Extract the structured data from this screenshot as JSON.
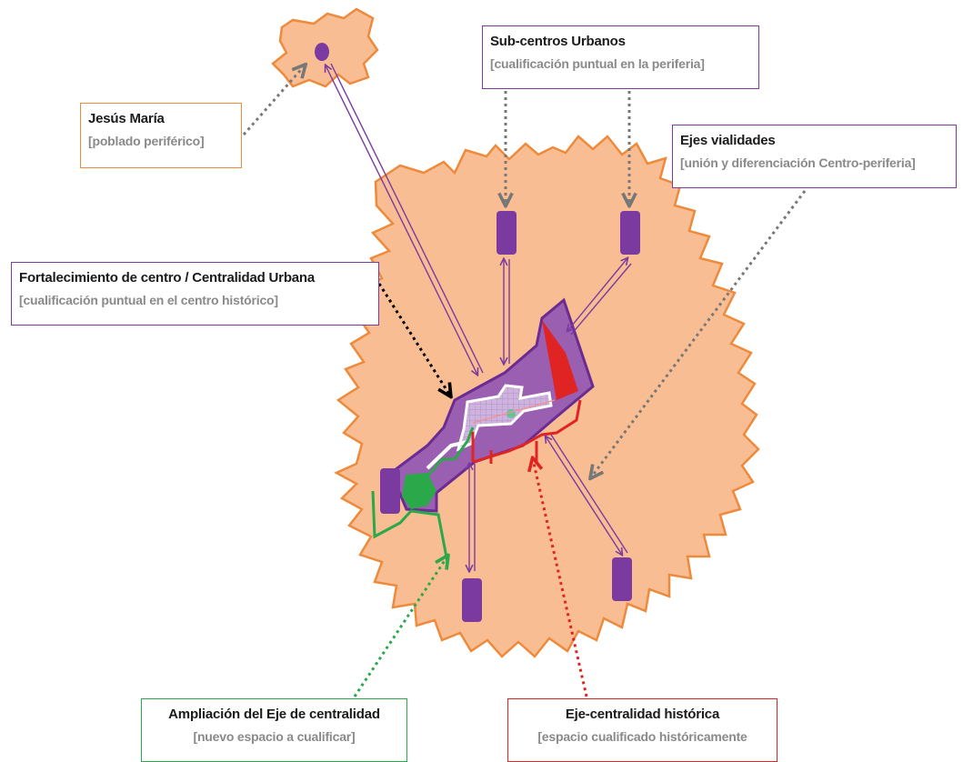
{
  "callouts": {
    "jesus_maria": {
      "title": "Jesús María",
      "subtitle": "[poblado periférico]"
    },
    "subcentros": {
      "title": "Sub-centros Urbanos",
      "subtitle": "[cualificación puntual en la periferia]"
    },
    "ejes": {
      "title": "Ejes vialidades",
      "subtitle": "[unión y diferenciación Centro-periferia]"
    },
    "fortalecimiento": {
      "title": "Fortalecimiento de centro / Centralidad Urbana",
      "subtitle": "[cualificación puntual en el centro histórico]"
    },
    "ampliacion": {
      "title": "Ampliación del Eje de centralidad",
      "subtitle": "[nuevo espacio a cualificar]"
    },
    "eje_historica": {
      "title": "Eje-centralidad histórica",
      "subtitle": "[espacio cualificado históricamente"
    }
  },
  "colors": {
    "city_fill": "#f8bd92",
    "city_stroke": "#ee8a3c",
    "purple": "#7a3aa0",
    "historic_red": "#e02424",
    "expansion_green": "#2aa84a",
    "jesus_border": "#ee8a3c"
  }
}
